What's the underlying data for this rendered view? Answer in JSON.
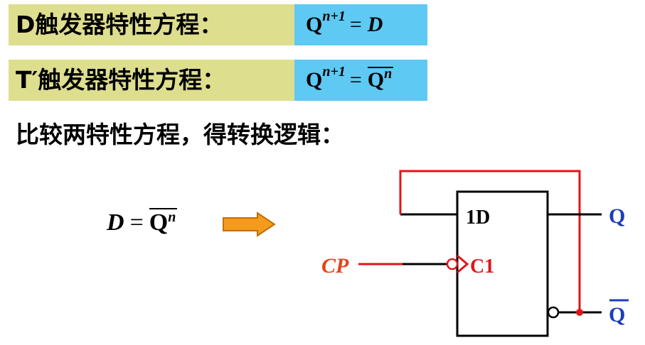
{
  "rows": [
    {
      "label": "D触发器特性方程：",
      "formula": {
        "lhs": "Q",
        "sup": "n+1",
        "eq": "=",
        "rhs": "D"
      }
    },
    {
      "label": "T′触发器特性方程：",
      "formula": {
        "lhs": "Q",
        "sup": "n+1",
        "eq": "=",
        "rhs": "Q",
        "rhs_sup": "n"
      }
    }
  ],
  "compare_text": "比较两特性方程，得转换逻辑：",
  "conversion": {
    "lhs": "D",
    "eq": "=",
    "rhs": "Q",
    "rhs_sup": "n"
  },
  "circuit": {
    "d_input": "1D",
    "clock_input": "C1",
    "clock_signal": "CP",
    "output_q": "Q",
    "output_qbar": "Q"
  },
  "colors": {
    "label_bg": "#dede8f",
    "formula_bg": "#5ec9f3",
    "feedback_wire": "#e0151b",
    "clock_label": "#e8431a",
    "output_label": "#1c3eb8",
    "arrow_fill": "#f49a1c"
  }
}
